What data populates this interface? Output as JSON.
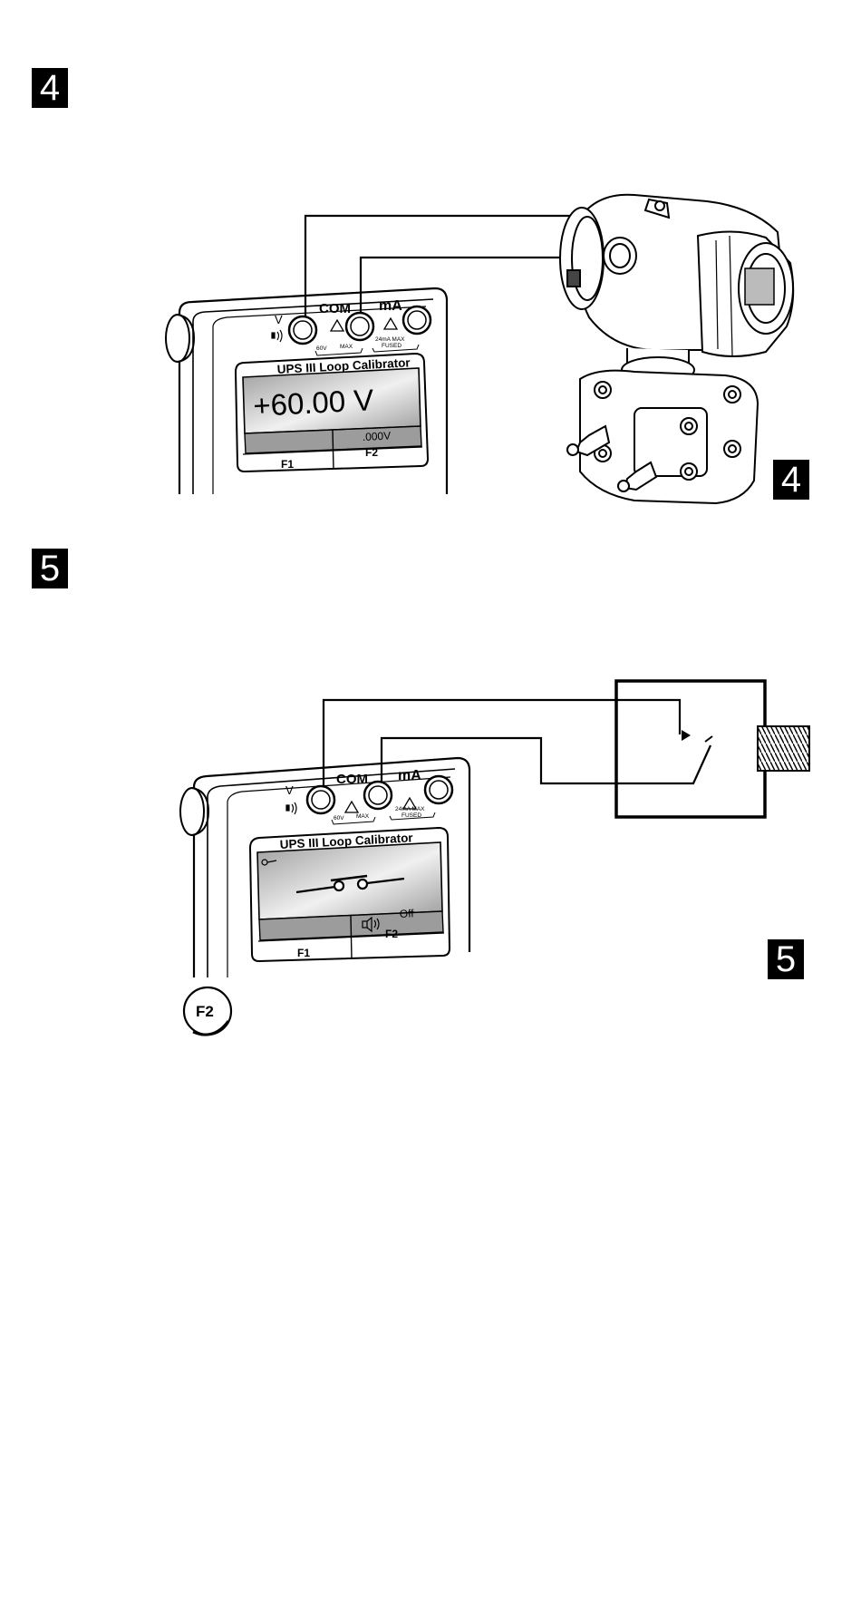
{
  "steps": {
    "step_a": "4",
    "step_b": "5"
  },
  "calibrator": {
    "title": "UPS III  Loop Calibrator",
    "jack_v": "V",
    "jack_com": "COM",
    "jack_ma": "mA",
    "rating_v": "60V",
    "rating_max": "MAX",
    "rating_ma": "24mA MAX",
    "rating_fused": "FUSED",
    "f1": "F1",
    "f2": "F2"
  },
  "figure_4": {
    "display_main": "+60.00 V",
    "display_sub": ".000V"
  },
  "figure_5": {
    "softkey_f2": "Off",
    "key_label": "F2"
  },
  "colors": {
    "line": "#000000",
    "lcd_light": "#e8e8e8",
    "lcd_dark": "#9a9a9a",
    "badge": "#000000"
  },
  "icons": [
    "speaker-icon",
    "warning-icon",
    "ground-icon",
    "switch-icon",
    "beeper-icon"
  ]
}
